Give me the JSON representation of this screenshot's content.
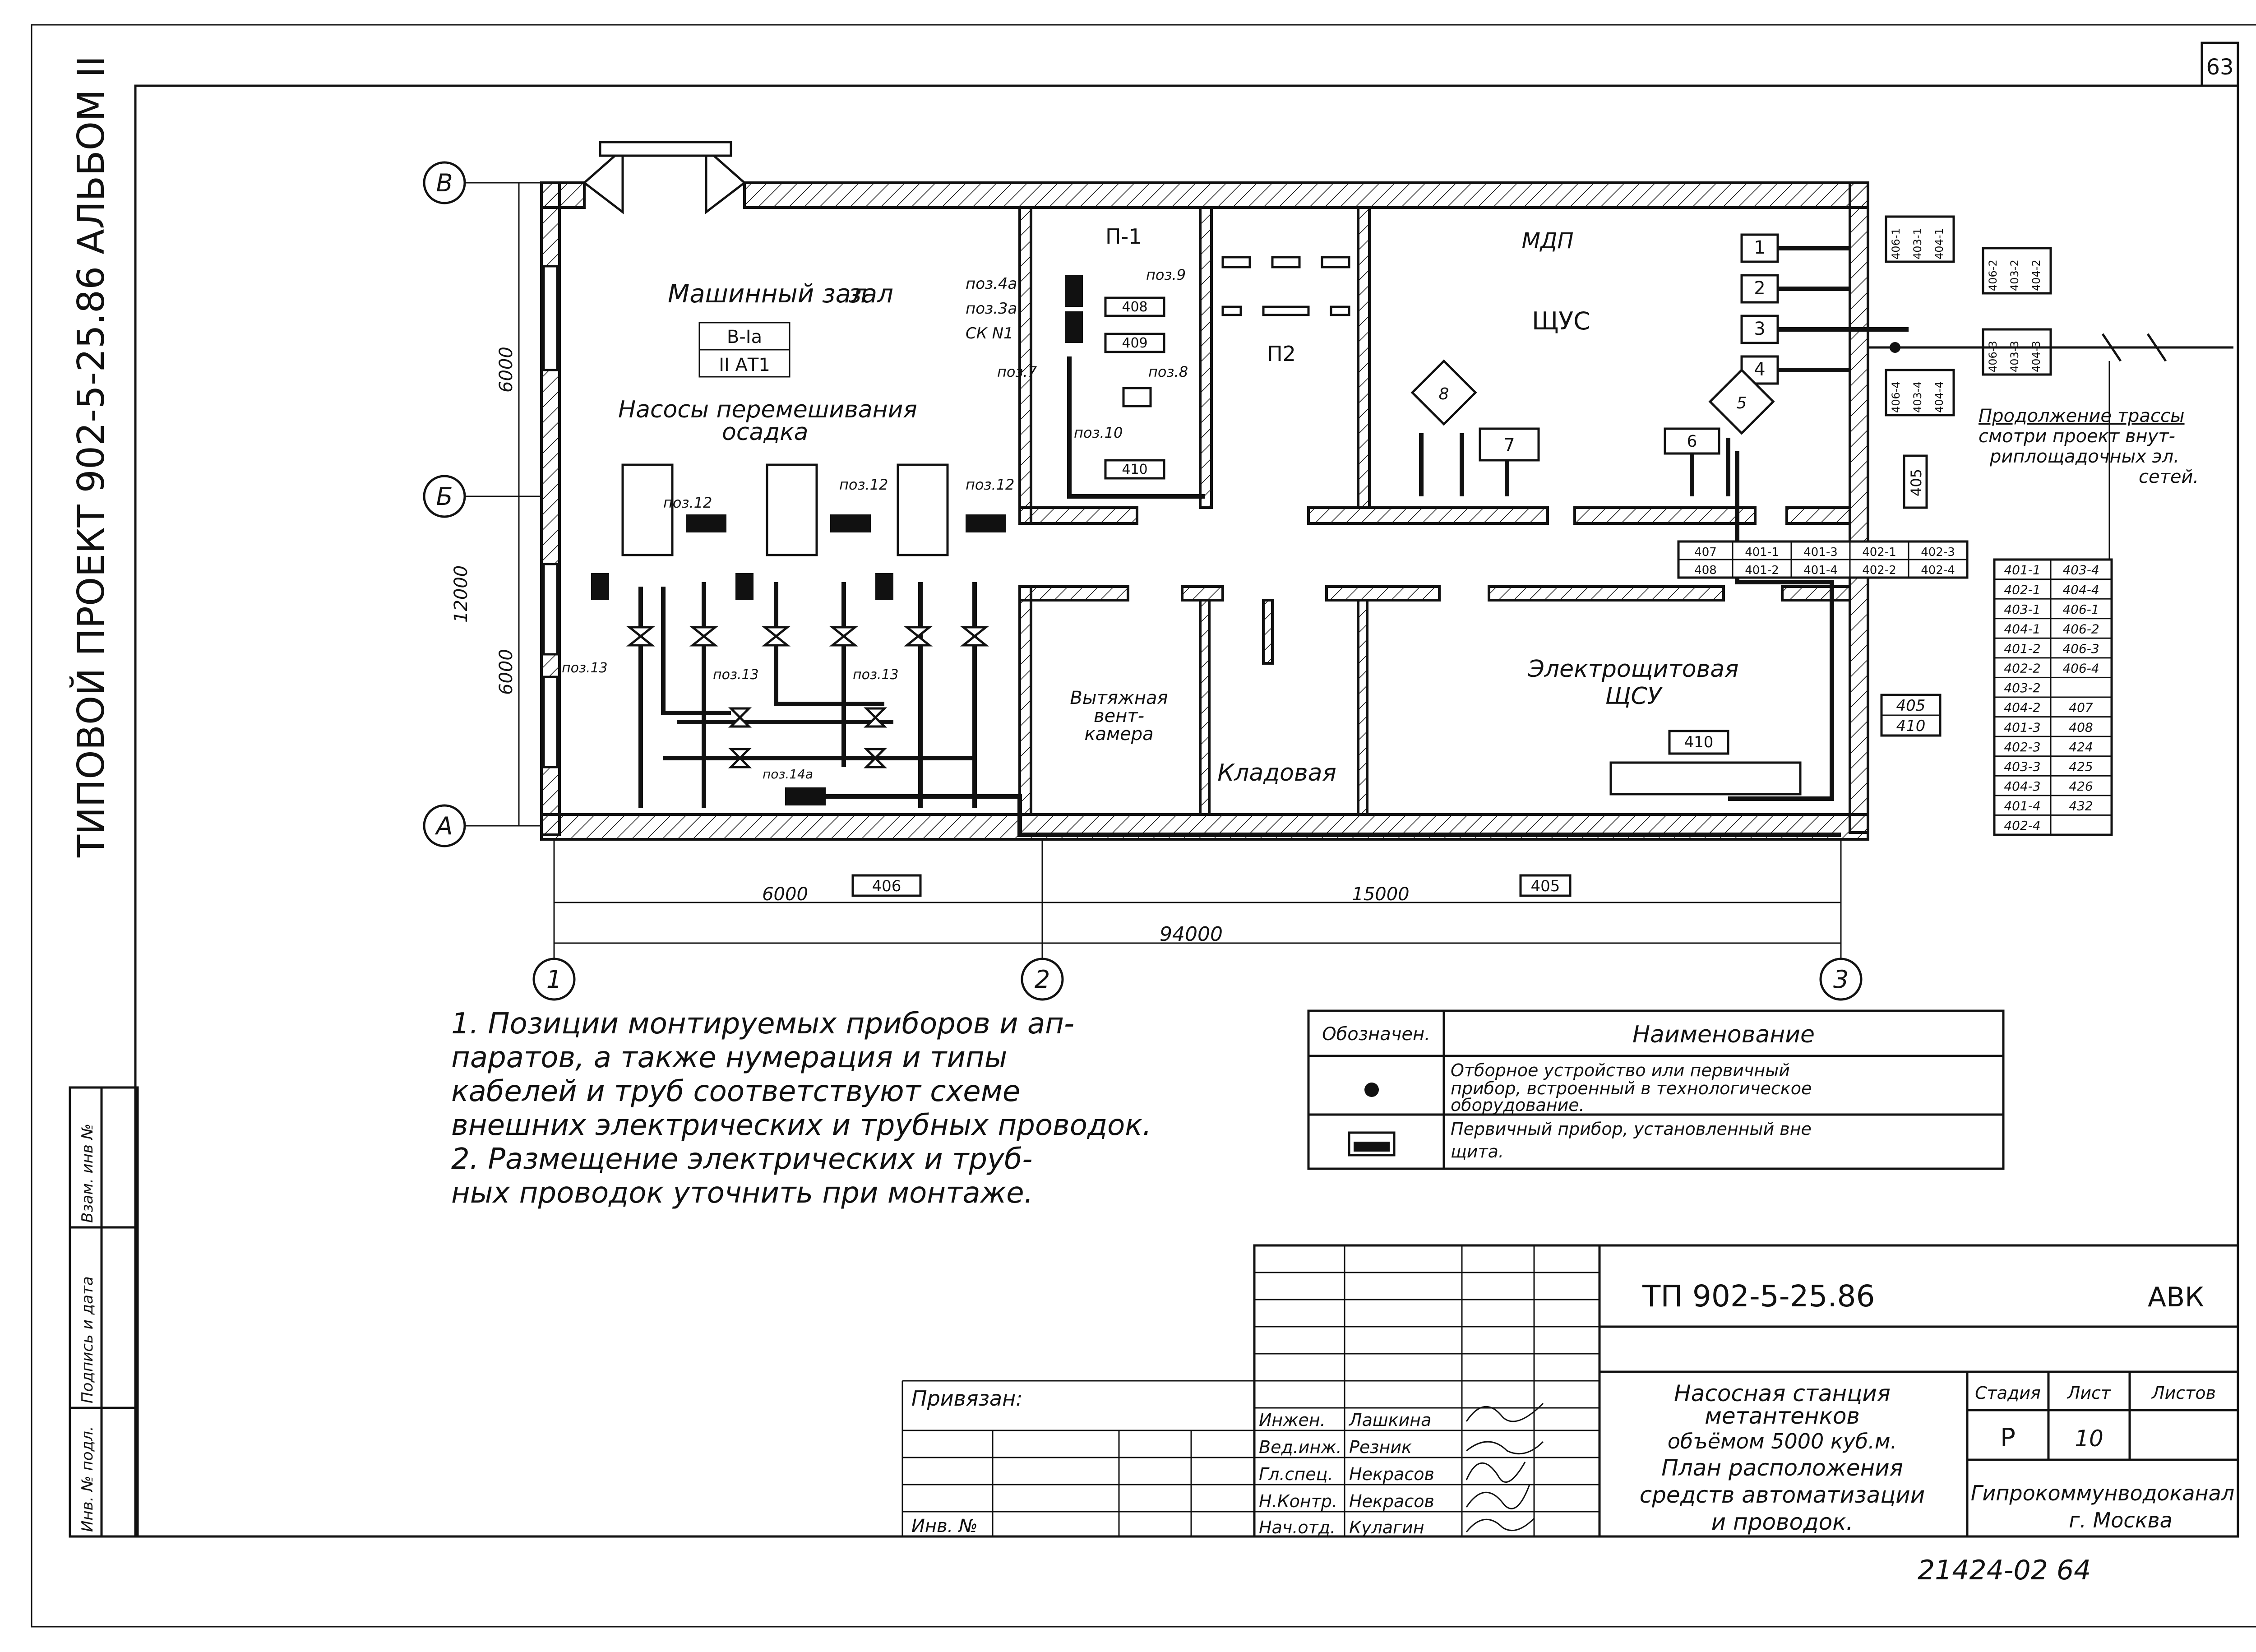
{
  "sheet_number": "63",
  "side_title": "ТИПОВОЙ ПРОЕКТ 902-5-25.86   АЛЬБОМ II",
  "axes": {
    "rows": [
      "В",
      "Б",
      "А"
    ],
    "cols": [
      "1",
      "2",
      "3"
    ],
    "dims_left": [
      "6000",
      "12000",
      "6000"
    ],
    "dims_bottom": [
      "6000",
      "15000"
    ],
    "dim_total": "94000"
  },
  "rooms": {
    "machine_hall": "Машинный зал",
    "machine_hall_class": "В-Iа",
    "machine_hall_cat": "II АТ1",
    "mixing_pumps_1": "Насосы перемешивания",
    "mixing_pumps_2": "осадка",
    "p1": "П-1",
    "p2": "П2",
    "mdp": "МДП",
    "shchus": "ЩУС",
    "exhaust_1": "Вытяжная",
    "exhaust_2": "вент-",
    "exhaust_3": "камера",
    "storage": "Кладовая",
    "elec_1": "Электрощитовая",
    "elec_2": "ЩСУ"
  },
  "positions": {
    "p4a": "поз.4а",
    "p3a": "поз.3а",
    "sk1": "СК N1",
    "p9": "поз.9",
    "p8": "поз.8",
    "p7": "поз.7",
    "p10": "поз.10",
    "p12": "поз.12",
    "p13": "поз.13",
    "p14a": "поз.14а",
    "c408": "408",
    "c409": "409",
    "c410": "410",
    "c406": "406",
    "c405": "405",
    "n1": "1",
    "n2": "2",
    "n3": "3",
    "n4": "4",
    "n5": "5",
    "n6": "6",
    "n7": "7",
    "n8": "8"
  },
  "cable_tags_right": [
    "406-1",
    "403-1",
    "404-1",
    "406-2",
    "403-2",
    "404-2",
    "406-3",
    "403-3",
    "404-3",
    "406-4",
    "403-4",
    "404-4"
  ],
  "mid_table": [
    [
      "407",
      "401-1",
      "401-3",
      "402-1",
      "402-3"
    ],
    [
      "408",
      "401-2",
      "401-4",
      "402-2",
      "402-4"
    ]
  ],
  "continuation": [
    "Продолжение трассы",
    "смотри проект внут-",
    "риплощадочных эл.",
    "сетей."
  ],
  "elec_tags": [
    "405",
    "410"
  ],
  "cable_list": [
    [
      "401-1",
      "403-4"
    ],
    [
      "402-1",
      "404-4"
    ],
    [
      "403-1",
      "406-1"
    ],
    [
      "404-1",
      "406-2"
    ],
    [
      "401-2",
      "406-3"
    ],
    [
      "402-2",
      "406-4"
    ],
    [
      "403-2",
      ""
    ],
    [
      "404-2",
      "407"
    ],
    [
      "401-3",
      "408"
    ],
    [
      "402-3",
      "424"
    ],
    [
      "403-3",
      "425"
    ],
    [
      "404-3",
      "426"
    ],
    [
      "401-4",
      "432"
    ],
    [
      "402-4",
      ""
    ]
  ],
  "notes": [
    "1. Позиции монтируемых приборов и ап-",
    "паратов, а также нумерация и типы",
    "кабелей и труб соответствуют схеме",
    "внешних электрических и трубных проводок.",
    "2. Размещение электрических и труб-",
    "ных проводок уточнить при монтаже."
  ],
  "legend": {
    "h1": "Обозначен.",
    "h2": "Наименование",
    "r1_1": "Отборное устройство или первичный",
    "r1_2": "прибор, встроенный в технологическое",
    "r1_3": "оборудование.",
    "r2_1": "Первичный прибор, установленный вне",
    "r2_2": "щита."
  },
  "title_block": {
    "code": "ТП 902-5-25.86",
    "section": "АВК",
    "bound": "Привязан:",
    "inv": "Инв. №",
    "roles": [
      "Инжен.",
      "Вед.инж.",
      "Гл.спец.",
      "Н.Контр.",
      "Нач.отд."
    ],
    "names": [
      "Лашкина",
      "Резник",
      "Некрасов",
      "Некрасов",
      "Кулагин"
    ],
    "object_1": "Насосная станция",
    "object_2": "метантенков",
    "object_3": "объёмом 5000 куб.м.",
    "sheet_1": "План расположения",
    "sheet_2": "средств автоматизации",
    "sheet_3": "и проводок.",
    "stage_h": "Стадия",
    "list_h": "Лист",
    "lists_h": "Листов",
    "stage": "Р",
    "list": "10",
    "org_1": "Гипрокоммунводоканал",
    "org_2": "г. Москва"
  },
  "side_stamps": [
    "Взам. инв №",
    "Подпись и дата",
    "Инв. № подл."
  ],
  "footer_number": "21424-02  64"
}
